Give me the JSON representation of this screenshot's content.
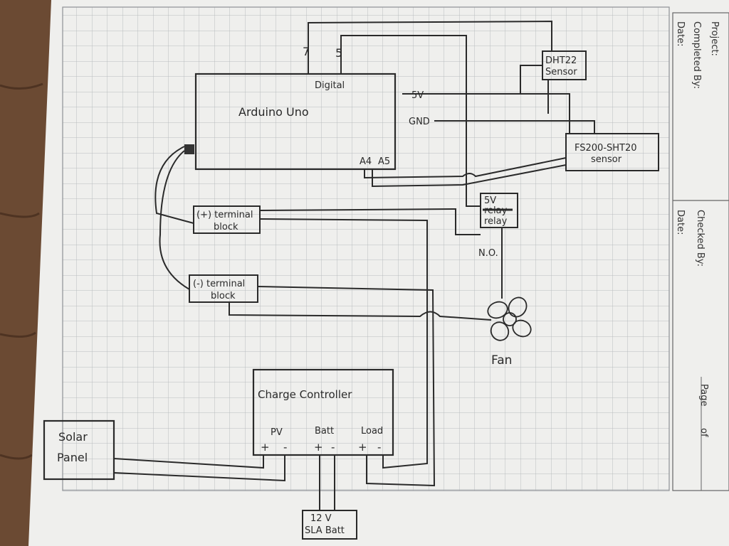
{
  "title_block": {
    "project_label": "Project:",
    "completed_by_label": "Completed By:",
    "date_label_1": "Date:",
    "checked_by_label": "Checked By:",
    "date_label_2": "Date:",
    "page_label": "Page",
    "of_label": "of"
  },
  "components": {
    "arduino": {
      "name": "Arduino Uno",
      "digital_label": "Digital",
      "pin_5v": "5V",
      "pin_gnd": "GND",
      "pin_a4": "A4",
      "pin_a5": "A5",
      "pin_7": "7",
      "pin_5": "5"
    },
    "dht22": {
      "line1": "DHT22",
      "line2": "Sensor"
    },
    "fs200": {
      "line1": "FS200-SHT20",
      "line2": "sensor"
    },
    "relay": {
      "line1": "5V",
      "line2": "relay",
      "line3": "relay",
      "no_label": "N.O."
    },
    "pos_terminal": {
      "line1": "(+) terminal",
      "line2": "block"
    },
    "neg_terminal": {
      "line1": "(-) terminal",
      "line2": "block"
    },
    "fan": {
      "label": "Fan"
    },
    "charge_controller": {
      "name": "Charge Controller",
      "pv": "PV",
      "batt": "Batt",
      "load": "Load",
      "plus": "+",
      "minus": "-"
    },
    "solar_panel": {
      "line1": "Solar",
      "line2": "Panel"
    },
    "battery": {
      "line1": "12 V",
      "line2": "SLA Batt"
    }
  },
  "colors": {
    "paper": "#efefed",
    "grid": "#b9bcbf",
    "ink": "#2a2a2a",
    "wood": "#6b4a33"
  }
}
